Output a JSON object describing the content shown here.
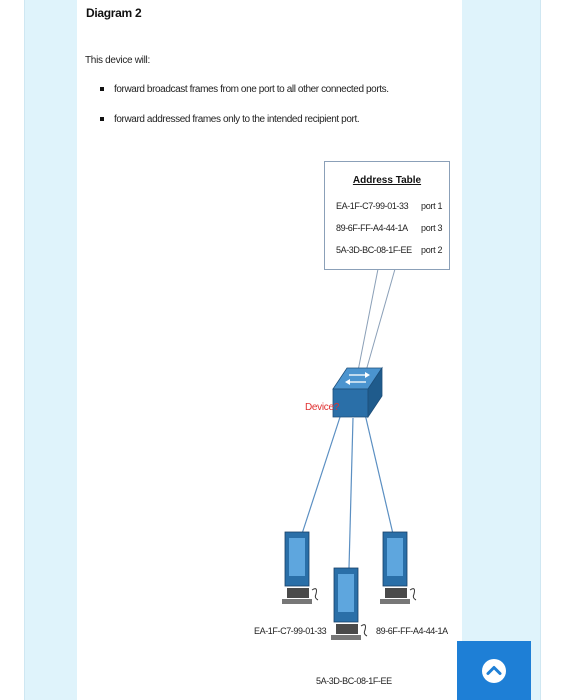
{
  "heading": "Diagram 2",
  "intro": "This device will:",
  "bullets": [
    "forward broadcast frames from one port to all other connected ports.",
    "forward addressed frames only to the intended recipient port."
  ],
  "address_table": {
    "title": "Address Table",
    "rows": [
      {
        "mac": "EA-1F-C7-99-01-33",
        "port": "port 1"
      },
      {
        "mac": "89-6F-FF-A4-44-1A",
        "port": "port 3"
      },
      {
        "mac": "5A-3D-BC-08-1F-EE",
        "port": "port 2"
      }
    ]
  },
  "device_label": "Device?",
  "pcs": [
    {
      "label": "EA-1F-C7-99-01-33"
    },
    {
      "label": "5A-3D-BC-08-1F-EE"
    },
    {
      "label": "89-6F-FF-A4-44-1A"
    }
  ],
  "colors": {
    "device_label": "#e03030",
    "scroll_button": "#1e7fd6",
    "page_side": "#dff3fb",
    "switch_blue": "#2a6fa8"
  },
  "icons": {
    "scroll_top": "chevron-up-icon",
    "device": "network-switch-icon",
    "computer": "desktop-computer-icon"
  }
}
